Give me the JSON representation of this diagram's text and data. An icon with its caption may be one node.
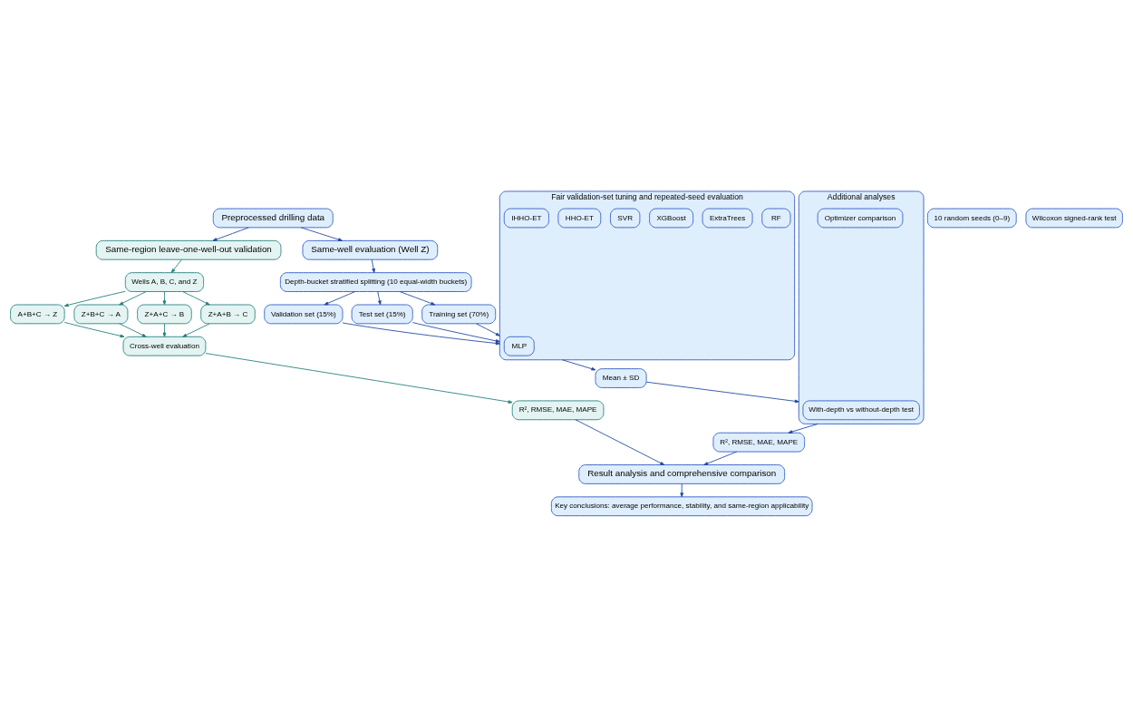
{
  "diagram": {
    "nodes": [
      {
        "text": [
          "Preprocessed drilling data"
        ]
      },
      {
        "text": [
          "Same-well evaluation (Well Z)"
        ]
      },
      {
        "text": [
          "Same-region leave-one-well-out validation"
        ]
      },
      {
        "text": [
          "Depth-bucket stratified splitting (10 equal-width buckets)"
        ]
      },
      {
        "text": [
          "Training set (70%)"
        ]
      },
      {
        "text": [
          "Validation set (15%)"
        ]
      },
      {
        "text": [
          "Test set (15%)"
        ]
      },
      {
        "text": [
          "Fair validation-set tuning and repeated-seed evaluation"
        ]
      },
      {
        "text": [
          "RF"
        ],
        "in": 7
      },
      {
        "text": [
          "ExtraTrees"
        ],
        "in": 7
      },
      {
        "text": [
          "XGBoost"
        ],
        "in": 7
      },
      {
        "text": [
          "MLP"
        ],
        "in": 7
      },
      {
        "text": [
          "SVR"
        ],
        "in": 7
      },
      {
        "text": [
          "HHO-ET"
        ],
        "in": 7
      },
      {
        "text": [
          "IHHO-ET"
        ],
        "in": 7
      },
      {
        "text": [
          "10 random seeds (0–9)"
        ]
      },
      {
        "text": [
          "Mean ± SD"
        ]
      },
      {
        "text": [
          "Wilcoxon signed-rank test"
        ]
      },
      {
        "text": [
          "Additional analyses"
        ]
      },
      {
        "text": [
          "Optimizer comparison"
        ],
        "in": 18
      },
      {
        "text": [
          "With-depth vs without-depth test"
        ],
        "in": 18
      },
      {
        "text": [
          "R², RMSE, MAE, MAPE"
        ]
      },
      {
        "text": [
          "Wells A, B, C, and Z"
        ]
      },
      {
        "text": [
          "Z+B+C → A"
        ]
      },
      {
        "text": [
          "Z+A+C → B"
        ]
      },
      {
        "text": [
          "Z+A+B → C"
        ]
      },
      {
        "text": [
          "A+B+C → Z"
        ]
      },
      {
        "text": [
          "Cross-well evaluation"
        ]
      },
      {
        "text": [
          "R², RMSE, MAE, MAPE"
        ]
      },
      {
        "text": [
          "Result analysis and comprehensive comparison"
        ]
      },
      {
        "text": [
          "Key conclusions: average performance, stability, and same-region applicability"
        ]
      }
    ],
    "edges": [
      {
        "from": 0,
        "to": 1,
        "arrow": "to"
      },
      {
        "from": 0,
        "to": 2,
        "arrow": "to"
      },
      {
        "from": 1,
        "to": 3,
        "arrow": "to"
      },
      {
        "from": 3,
        "to": 4,
        "arrow": "to"
      },
      {
        "from": 3,
        "to": 5,
        "arrow": "to"
      },
      {
        "from": 3,
        "to": 6,
        "arrow": "to"
      },
      {
        "from": 4,
        "to": 7,
        "arrow": "to"
      },
      {
        "from": 5,
        "to": 7,
        "arrow": "to"
      },
      {
        "from": 6,
        "to": 7,
        "arrow": "to"
      },
      {
        "from": 7,
        "to": 16,
        "arrow": "to"
      },
      {
        "from": 16,
        "to": 18,
        "arrow": "to"
      },
      {
        "from": 18,
        "to": 21,
        "arrow": "to"
      },
      {
        "from": 2,
        "to": 22,
        "arrow": "to",
        "color": "#1f7f7a"
      },
      {
        "from": 22,
        "to": 23,
        "arrow": "to",
        "color": "#1f7f7a"
      },
      {
        "from": 22,
        "to": 24,
        "arrow": "to",
        "color": "#1f7f7a"
      },
      {
        "from": 22,
        "to": 25,
        "arrow": "to",
        "color": "#1f7f7a"
      },
      {
        "from": 22,
        "to": 26,
        "arrow": "to",
        "color": "#1f7f7a"
      },
      {
        "from": 23,
        "to": 27,
        "arrow": "to",
        "color": "#1f7f7a"
      },
      {
        "from": 24,
        "to": 27,
        "arrow": "to",
        "color": "#1f7f7a"
      },
      {
        "from": 25,
        "to": 27,
        "arrow": "to",
        "color": "#1f7f7a"
      },
      {
        "from": 26,
        "to": 27,
        "arrow": "to",
        "color": "#1f7f7a"
      },
      {
        "from": 27,
        "to": 28,
        "arrow": "to",
        "color": "#1f7f7a"
      },
      {
        "from": 21,
        "to": 29,
        "arrow": "to"
      },
      {
        "from": 28,
        "to": 29,
        "arrow": "to"
      },
      {
        "from": 29,
        "to": 30,
        "arrow": "to"
      }
    ]
  }
}
